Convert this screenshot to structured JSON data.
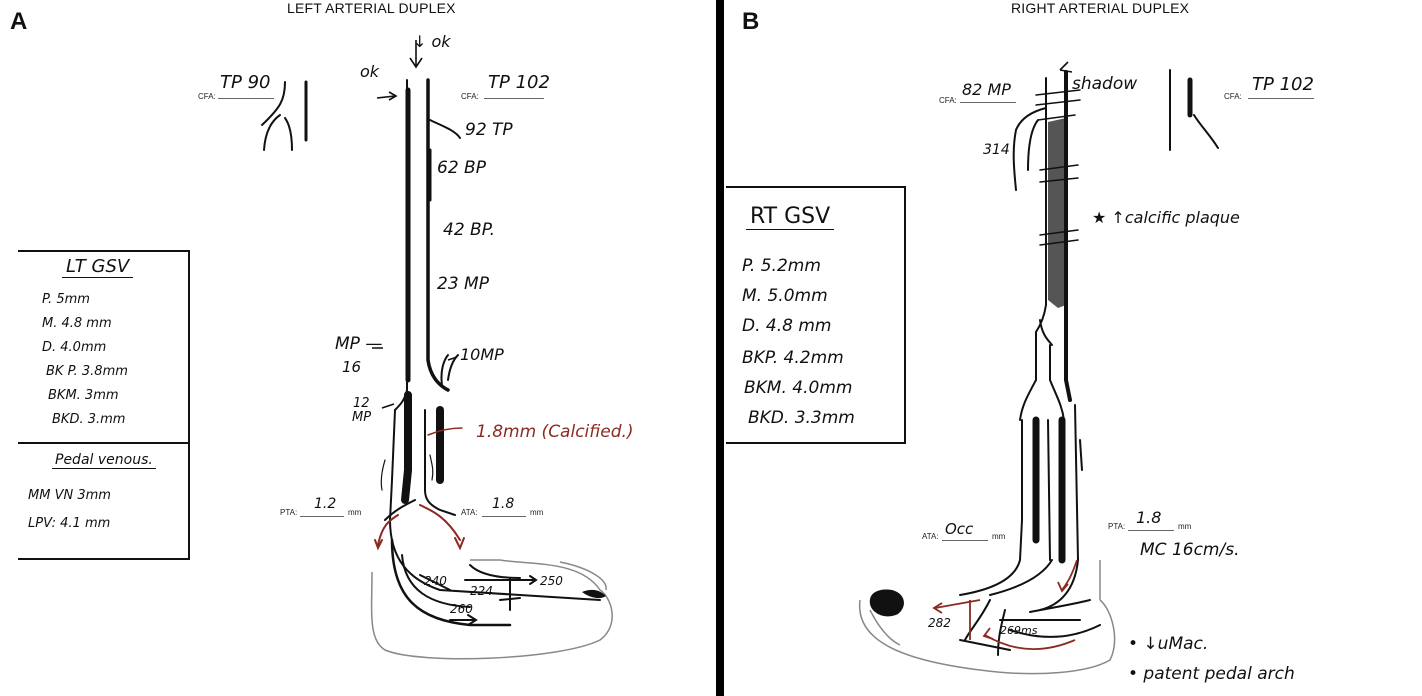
{
  "panel_a": {
    "letter": "A",
    "title": "LEFT ARTERIAL DUPLEX",
    "top_annotations": {
      "ok_top": "↓ ok",
      "ok_left": "ok",
      "ok_arrow": "→"
    },
    "cfa_left": {
      "label": "CFA:",
      "value": "TP 90"
    },
    "cfa_right": {
      "label": "CFA:",
      "value": "TP 102"
    },
    "vessel_labels": [
      "92 TP",
      "62 BP",
      "42 BP.",
      "23 MP",
      "10MP"
    ],
    "left_labels": {
      "mp": "MP —",
      "mp_num": "16",
      "mp12": "12",
      "mp12b": "MP"
    },
    "calcified_note": "1.8mm (Calcified.)",
    "pta": {
      "label": "PTA:",
      "value": "1.2",
      "unit": "mm"
    },
    "ata": {
      "label": "ATA:",
      "value": "1.8",
      "unit": "mm"
    },
    "foot_values": [
      "240",
      "224",
      "250",
      "260"
    ],
    "gsv_box": {
      "title": "LT GSV",
      "items": [
        "P. 5mm",
        "M. 4.8 mm",
        "D. 4.0mm",
        "BK P. 3.8mm",
        "BKM. 3mm",
        "BKD. 3.mm"
      ]
    },
    "pedal_box": {
      "title": "Pedal venous.",
      "items": [
        "MM VN 3mm",
        "LPV: 4.1 mm"
      ]
    }
  },
  "panel_b": {
    "letter": "B",
    "title": "RIGHT ARTERIAL DUPLEX",
    "cfa_left": {
      "label": "CFA:",
      "value": "82 MP"
    },
    "cfa_right": {
      "label": "CFA:",
      "value": "TP 102"
    },
    "shadow_note": "shadow",
    "side_number": "314",
    "plaque_note": "★ ↑calcific plaque",
    "gsv_box": {
      "title": "RT GSV",
      "items": [
        "P. 5.2mm",
        "M. 5.0mm",
        "D. 4.8 mm",
        "BKP. 4.2mm",
        "BKM. 4.0mm",
        "BKD. 3.3mm"
      ]
    },
    "ata": {
      "label": "ATA:",
      "value": "Occ",
      "unit": "mm"
    },
    "pta": {
      "label": "PTA:",
      "value": "1.8",
      "unit": "mm"
    },
    "mc_note": "MC 16cm/s.",
    "foot_values": [
      "282",
      "269ms"
    ],
    "bullets": [
      "• ↓uMac.",
      "• patent pedal arch"
    ]
  },
  "colors": {
    "ink": "#111111",
    "red_ink": "#8b2a22",
    "divider": "#000000",
    "plaque": "#555555",
    "foot": "#888888"
  }
}
